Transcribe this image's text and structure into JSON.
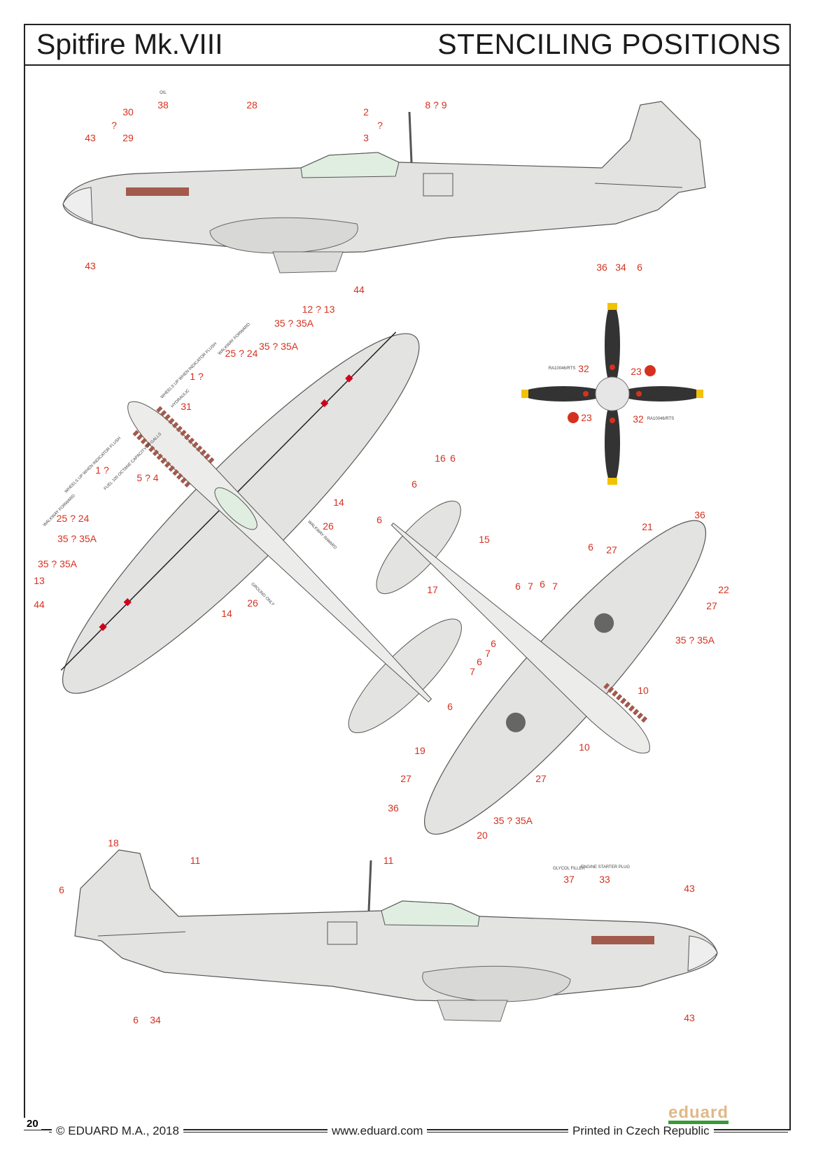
{
  "header": {
    "model": "Spitfire Mk.VIII",
    "section": "STENCILING POSITIONS"
  },
  "footer": {
    "page_number": "20",
    "copyright": "© EDUARD M.A., 2018",
    "website": "www.eduard.com",
    "printed": "Printed in Czech Republic",
    "logo_text": "eduard"
  },
  "stencil_texts": [
    "OIL",
    "GLYCOL FILLER",
    "ENGINE STARTER PLUG",
    "RA10046/RTS",
    "RA10046/RTS",
    "WALKWAY FORWARD",
    "WHEELS UP WHEN INDICATOR FLUSH",
    "HYDRAULIC",
    "WHEELS UP WHEN INDICATOR FLUSH",
    "FUEL 100 OCTANE CAPACITY 85 GALLS",
    "WALKWAY FORWARD",
    "WALKWAY INWARD",
    "GROUND ONLY"
  ],
  "callouts": [
    "30",
    "?",
    "29",
    "43",
    "43",
    "38",
    "28",
    "2",
    "?",
    "3",
    "8 ? 9",
    "36",
    "34",
    "6",
    "44",
    "12 ? 13",
    "35 ? 35A",
    "35 ? 35A",
    "25 ? 24",
    "1 ?",
    "31",
    "1 ?",
    "5 ? 4",
    "25 ? 24",
    "35 ? 35A",
    "35 ? 35A",
    "13",
    "44",
    "14",
    "26",
    "26",
    "14",
    "32",
    "23",
    "23",
    "32",
    "16",
    "6",
    "6",
    "6",
    "15",
    "17",
    "21",
    "36",
    "6",
    "27",
    "22",
    "27",
    "35 ? 35A",
    "6",
    "7",
    "6",
    "7",
    "6",
    "7",
    "6",
    "7",
    "10",
    "10",
    "6",
    "19",
    "27",
    "27",
    "36",
    "35 ? 35A",
    "20",
    "18",
    "11",
    "11",
    "6",
    "37",
    "33",
    "43",
    "6",
    "34",
    "43"
  ],
  "colors": {
    "callout": "#d6311f",
    "airframe": "#e3e3e1",
    "propeller": "#333333",
    "prop_tip": "#f2c200",
    "canopy": "#dfeee0"
  }
}
